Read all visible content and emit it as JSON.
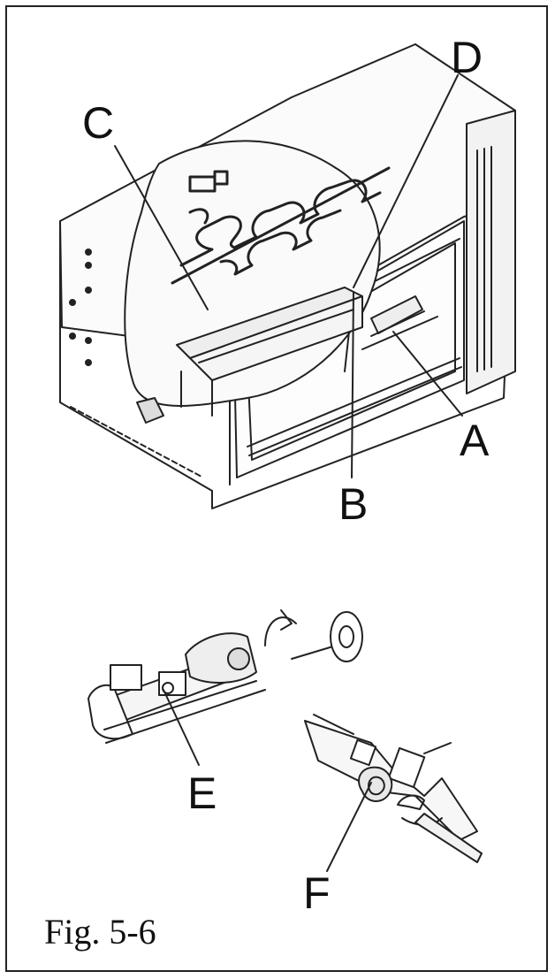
{
  "figure": {
    "caption": "Fig. 5-6",
    "labels": {
      "a": "A",
      "b": "B",
      "c": "C",
      "d": "D",
      "e": "E",
      "f": "F"
    }
  },
  "colors": {
    "line": "#222222",
    "panel": "#f7f7f7"
  }
}
